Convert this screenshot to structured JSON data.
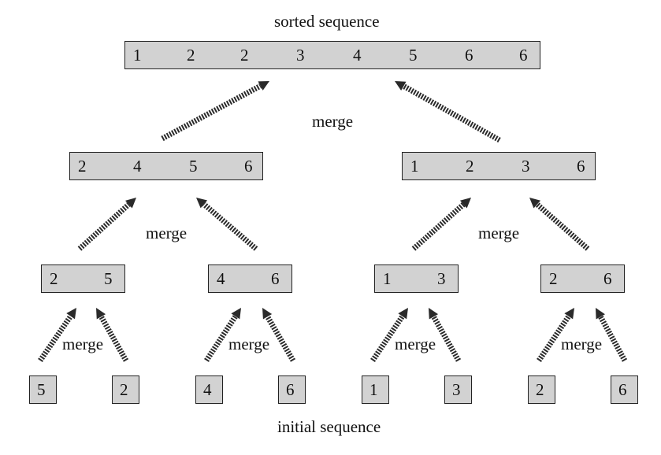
{
  "title_top": "sorted sequence",
  "title_bottom": "initial sequence",
  "merge_label": "merge",
  "levels": {
    "sorted": [
      [
        "1",
        "2",
        "2",
        "3",
        "4",
        "5",
        "6",
        "6"
      ]
    ],
    "level2": [
      [
        "2",
        "4",
        "5",
        "6"
      ],
      [
        "1",
        "2",
        "3",
        "6"
      ]
    ],
    "level1": [
      [
        "2",
        "5"
      ],
      [
        "4",
        "6"
      ],
      [
        "1",
        "3"
      ],
      [
        "2",
        "6"
      ]
    ],
    "initial": [
      [
        "5"
      ],
      [
        "2"
      ],
      [
        "4"
      ],
      [
        "6"
      ],
      [
        "1"
      ],
      [
        "3"
      ],
      [
        "2"
      ],
      [
        "6"
      ]
    ]
  },
  "colors": {
    "box_fill": "#d2d2d2",
    "border": "#222222",
    "arrow": "#2a2a2a"
  }
}
